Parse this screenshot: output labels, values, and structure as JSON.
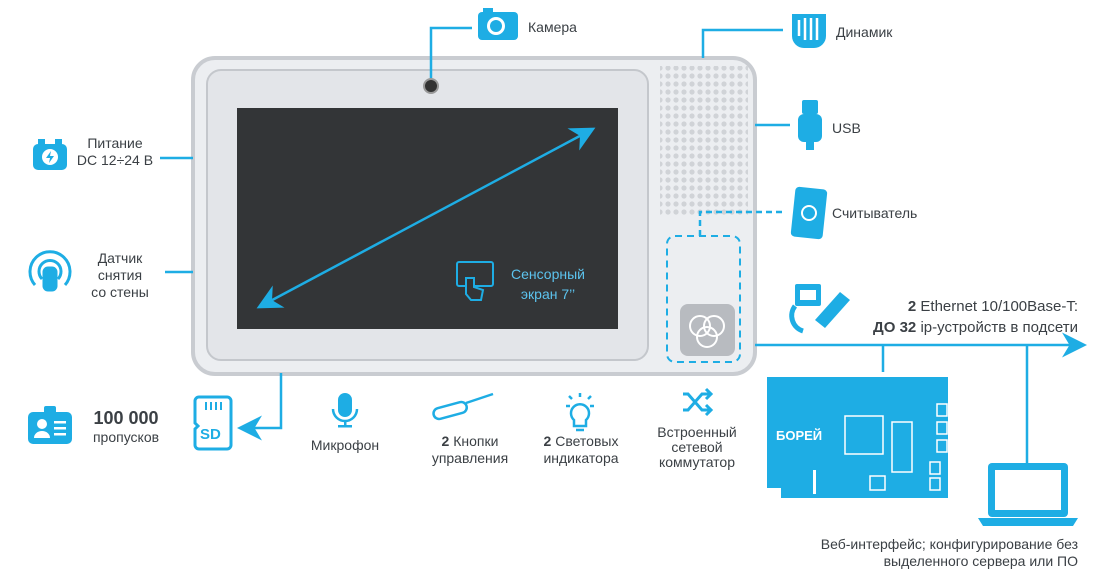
{
  "colors": {
    "accent": "#1eade4",
    "text": "#3b4045",
    "screen": "#333537"
  },
  "labels": {
    "camera": "Камера",
    "speaker": "Динамик",
    "usb": "USB",
    "reader": "Считыватель",
    "power_1": "Питание",
    "power_2": "DC 12÷24 В",
    "tamper_1": "Датчик",
    "tamper_2": "снятия",
    "tamper_3": "со стены",
    "touch_1": "Сенсорный",
    "touch_2": "экран 7’’",
    "passes_num": "100 000",
    "passes": "пропусков",
    "sd": "SD",
    "mic": "Микрофон",
    "buttons_num": "2",
    "buttons_1": "Кнопки",
    "buttons_2": "управления",
    "leds_num": "2",
    "leds_1": "Световых",
    "leds_2": "индикатора",
    "switch_1": "Встроенный",
    "switch_2": "сетевой",
    "switch_3": "коммутатор",
    "eth_num": "2",
    "eth_1": "Ethernet 10/100Base-T:",
    "eth_bold": "ДО 32",
    "eth_2": "ip-устройств в подсети",
    "board": "БОРЕЙ",
    "web_1": "Веб-интерфейс; конфигурирование без",
    "web_2": "выделенного сервера или ПО"
  }
}
